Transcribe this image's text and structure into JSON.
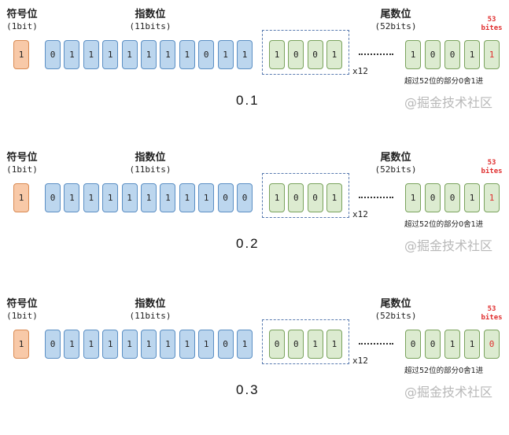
{
  "labels": {
    "sign_title": "符号位",
    "sign_bits": "(1bit)",
    "exponent_title": "指数位",
    "exponent_bits": "(11bits)",
    "mantissa_title": "尾数位",
    "mantissa_bits": "(52bits)",
    "bit53_line1": "53",
    "bit53_line2": "bites",
    "repeat": "x12",
    "rounding_note": "超过52位的部分0舍1进",
    "watermark": "@掘金技术社区"
  },
  "colors": {
    "sign_fill": "#f8c9a8",
    "exponent_fill": "#bcd6ee",
    "mantissa_fill": "#dcebd0",
    "highlight_red": "#e03030"
  },
  "rows": [
    {
      "value": "0.1",
      "sign": "1",
      "exponent": [
        "0",
        "1",
        "1",
        "1",
        "1",
        "1",
        "1",
        "1",
        "0",
        "1",
        "1"
      ],
      "repeat_group": [
        "1",
        "0",
        "0",
        "1"
      ],
      "mantissa_tail": [
        "1",
        "0",
        "0",
        "1"
      ],
      "bit53": "1"
    },
    {
      "value": "0.2",
      "sign": "1",
      "exponent": [
        "0",
        "1",
        "1",
        "1",
        "1",
        "1",
        "1",
        "1",
        "1",
        "0",
        "0"
      ],
      "repeat_group": [
        "1",
        "0",
        "0",
        "1"
      ],
      "mantissa_tail": [
        "1",
        "0",
        "0",
        "1"
      ],
      "bit53": "1"
    },
    {
      "value": "0.3",
      "sign": "1",
      "exponent": [
        "0",
        "1",
        "1",
        "1",
        "1",
        "1",
        "1",
        "1",
        "1",
        "0",
        "1"
      ],
      "repeat_group": [
        "0",
        "0",
        "1",
        "1"
      ],
      "mantissa_tail": [
        "0",
        "0",
        "1",
        "1"
      ],
      "bit53": "0"
    }
  ]
}
